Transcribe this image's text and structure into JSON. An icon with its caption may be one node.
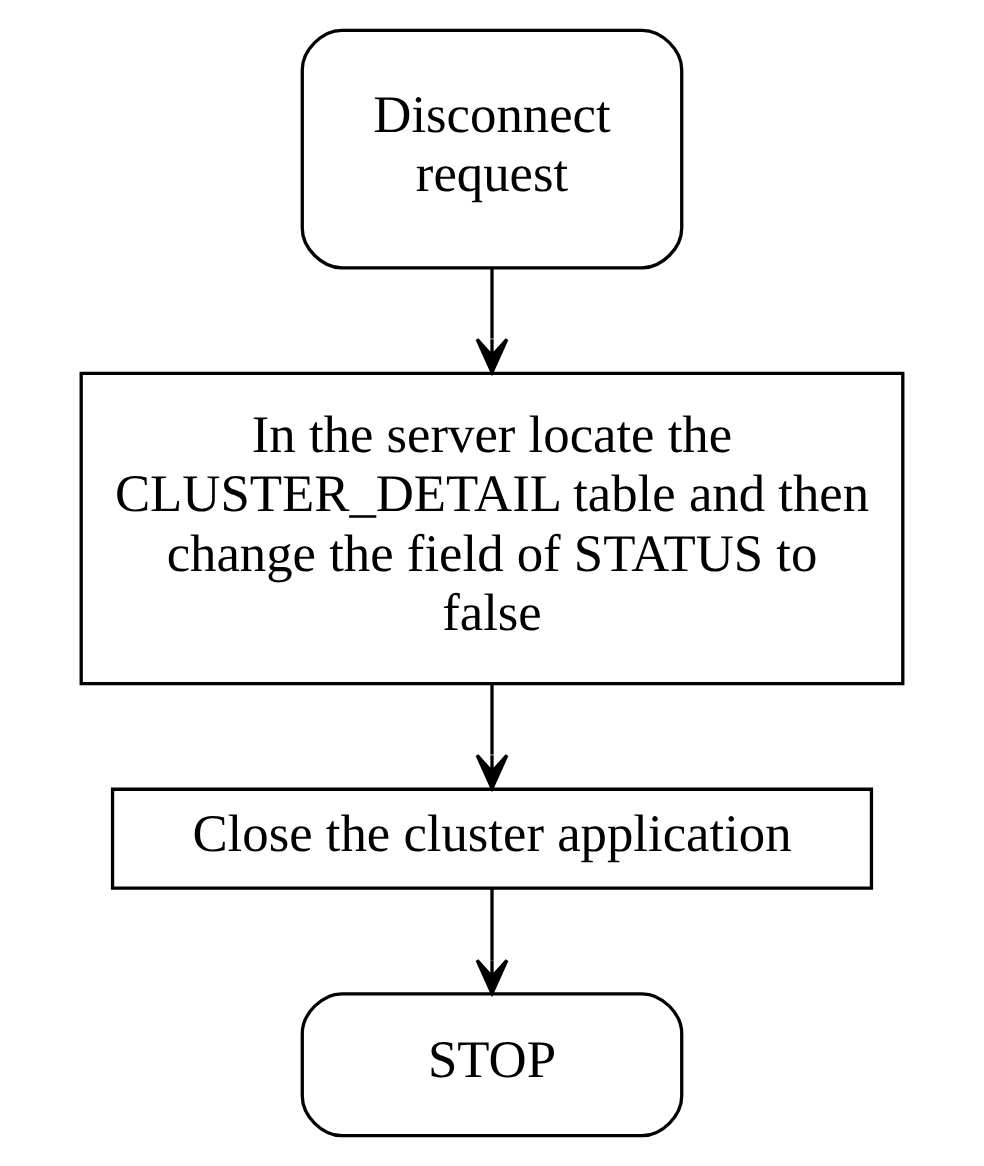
{
  "diagram": {
    "nodes": [
      {
        "text": [
          "Disconnect request"
        ]
      },
      {
        "text": [
          "In the server locate the CLUSTER_DETAIL table and then change the field of STATUS to false"
        ]
      },
      {
        "text": [
          "Close the cluster application"
        ]
      },
      {
        "text": [
          "STOP"
        ]
      }
    ],
    "edges": [
      {
        "from": 0,
        "to": 1,
        "arrow": "to"
      },
      {
        "from": 1,
        "to": 2,
        "arrow": "to"
      },
      {
        "from": 2,
        "to": 3,
        "arrow": "to"
      }
    ]
  }
}
